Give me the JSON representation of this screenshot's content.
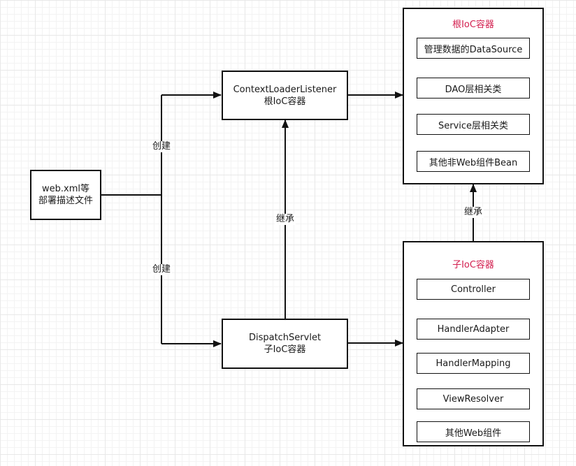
{
  "nodes": {
    "webxml": {
      "line1": "web.xml等",
      "line2": "部署描述文件"
    },
    "context_loader": {
      "line1": "ContextLoaderListener",
      "line2": "根IoC容器"
    },
    "dispatch_servlet": {
      "line1": "DispatchServlet",
      "line2": "子IoC容器"
    }
  },
  "root_container": {
    "title": "根IoC容器",
    "items": [
      "管理数据的DataSource",
      "DAO层相关类",
      "Service层相关类",
      "其他非Web组件Bean"
    ]
  },
  "child_container": {
    "title": "子IoC容器",
    "items": [
      "Controller",
      "HandlerAdapter",
      "HandlerMapping",
      "ViewResolver",
      "其他Web组件"
    ]
  },
  "edges": {
    "create_top": "创建",
    "create_bottom": "创建",
    "inherit_middle": "继承",
    "inherit_right": "继承"
  },
  "colors": {
    "container_title": "#d32050",
    "stroke": "#111111"
  }
}
